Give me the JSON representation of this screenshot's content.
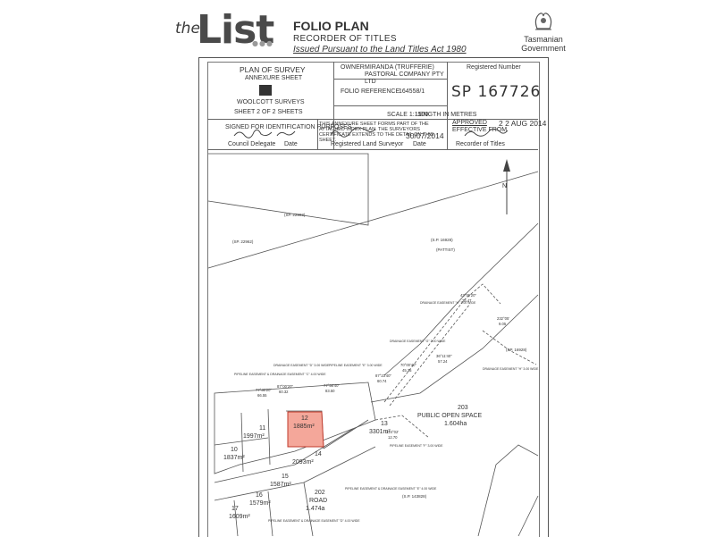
{
  "header": {
    "logo_small": "the",
    "logo_big": "List",
    "title": "FOLIO PLAN",
    "subtitle": "RECORDER OF TITLES",
    "note": "Issued Pursuant to the Land Titles Act 1980",
    "gov_line1": "Tasmanian",
    "gov_line2": "Government"
  },
  "title_block": {
    "plan_of_survey": "PLAN OF SURVEY",
    "annexure_sheet": "ANNEXURE SHEET",
    "surveyor": "WOOLCOTT SURVEYS",
    "sheet": "SHEET  2  OF  2  SHEETS",
    "owner_label": "OWNER:",
    "owner_value": "MIRANDA (TRUFFERIE) PASTORAL COMPANY PTY LTD",
    "folio_label": "FOLIO REFERENCE:",
    "folio_value": "164558/1",
    "registered_number_label": "Registered Number",
    "registered_number": "SP 167726",
    "scale": "SCALE 1:1500",
    "length": "LENGTH IN METRES",
    "approved": "APPROVED",
    "effective_from": "EFFECTIVE FROM",
    "approved_date": "2 2 AUG 2014",
    "signed_note": "SIGNED FOR IDENTIFICATION PURPOSES",
    "council_delegate": "Council Delegate",
    "date_label": "Date",
    "annexure_note": "THIS ANNEXURE SHEET FORMS PART OF THE ATTACHED INDEX PLAN. THE SURVEYORS CERTIFICATE EXTENDS TO THE DETAIL ON THIS SHEET.",
    "surveyor_date": "30/07/2014",
    "registered_surveyor": "Registered Land Surveyor",
    "date2_label": "Date",
    "recorder": "Recorder of Titles"
  },
  "plan": {
    "sp_labels": [
      "(SP. 22993)",
      "(SP. 22962)",
      "(S.P. 16928)",
      "(SP. 16928)",
      "(S.P. 143828)"
    ],
    "pattist": "(PATTIST)",
    "lots": [
      {
        "id": "12",
        "area": "1885m²",
        "highlighted": true
      },
      {
        "id": "13",
        "area": "3301m²"
      },
      {
        "id": "11",
        "area": "1997m²"
      },
      {
        "id": "10",
        "area": "1837m²"
      },
      {
        "id": "14",
        "area": "2093m²"
      },
      {
        "id": "15",
        "area": "1587m²"
      },
      {
        "id": "16",
        "area": "1579m²"
      },
      {
        "id": "17",
        "area": "1609m²"
      }
    ],
    "road_id": "202",
    "road_label": "ROAD",
    "road_area": "1.474a",
    "open_space_id": "203",
    "open_space_label": "PUBLIC OPEN SPACE",
    "open_space_area": "1.604ha",
    "easements": [
      "PIPELINE EASEMENT & DRAINAGE EASEMENT \"C\" 4.00 WIDE",
      "DRAINAGE EASEMENT \"D\" 3.00 WIDE",
      "PIPELINE EASEMENT \"E\" 3.00 WIDE",
      "DRAINAGE EASEMENT \"H\" 3.00 WIDE",
      "DRAINAGE EASEMENT \"G\" 3.00 WIDE",
      "DRAINAGE EASEMENT \"H\" 3.00 WIDE",
      "PIPELINE EASEMENT \"F\" 3.00 WIDE",
      "PIPELINE EASEMENT & DRAINAGE EASEMENT \"E\" 4.00 WIDE",
      "PIPELINE EASEMENT & DRAINAGE EASEMENT \"D\" 4.00 WIDE"
    ],
    "bearings": [
      "77°56'40\"",
      "83.50",
      "87°23'40\"",
      "60.74",
      "77°30'20\"",
      "66.55",
      "87°00'20\"",
      "60.32",
      "70°00'40\"",
      "45.35",
      "36°11'40\"",
      "57.24",
      "232°05'",
      "9.05",
      "43°00'20\"",
      "26.47",
      "224°02'",
      "12.70"
    ]
  }
}
